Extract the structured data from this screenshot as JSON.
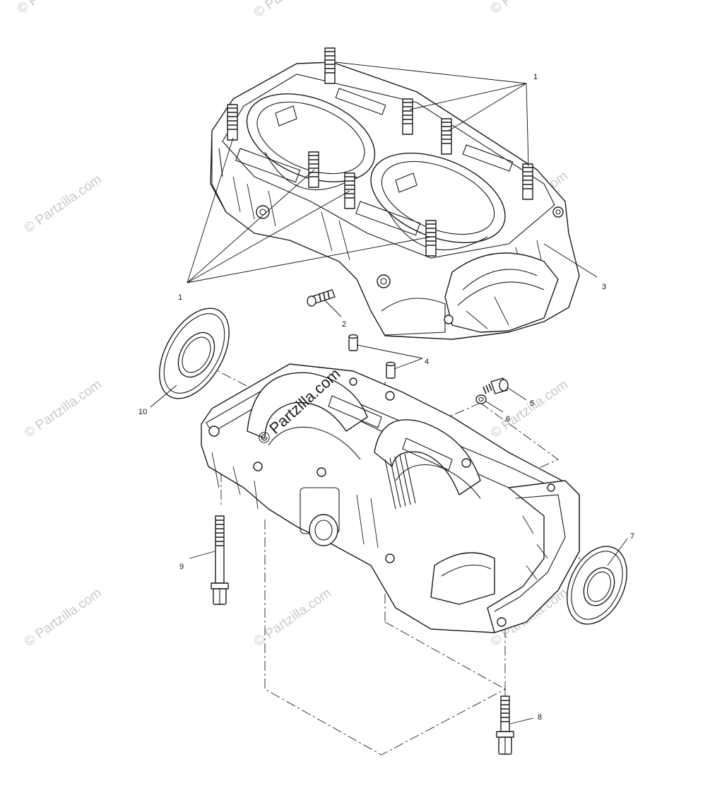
{
  "watermark": {
    "text": "© Partzilla.com",
    "color_light": "#c9c9c9",
    "color_main": "#1a1a1a"
  },
  "callouts": {
    "c1_top": "1",
    "c1_left": "1",
    "c2": "2",
    "c3": "3",
    "c4": "4",
    "c5": "5",
    "c6": "6",
    "c7": "7",
    "c8": "8",
    "c9": "9",
    "c10": "10"
  }
}
